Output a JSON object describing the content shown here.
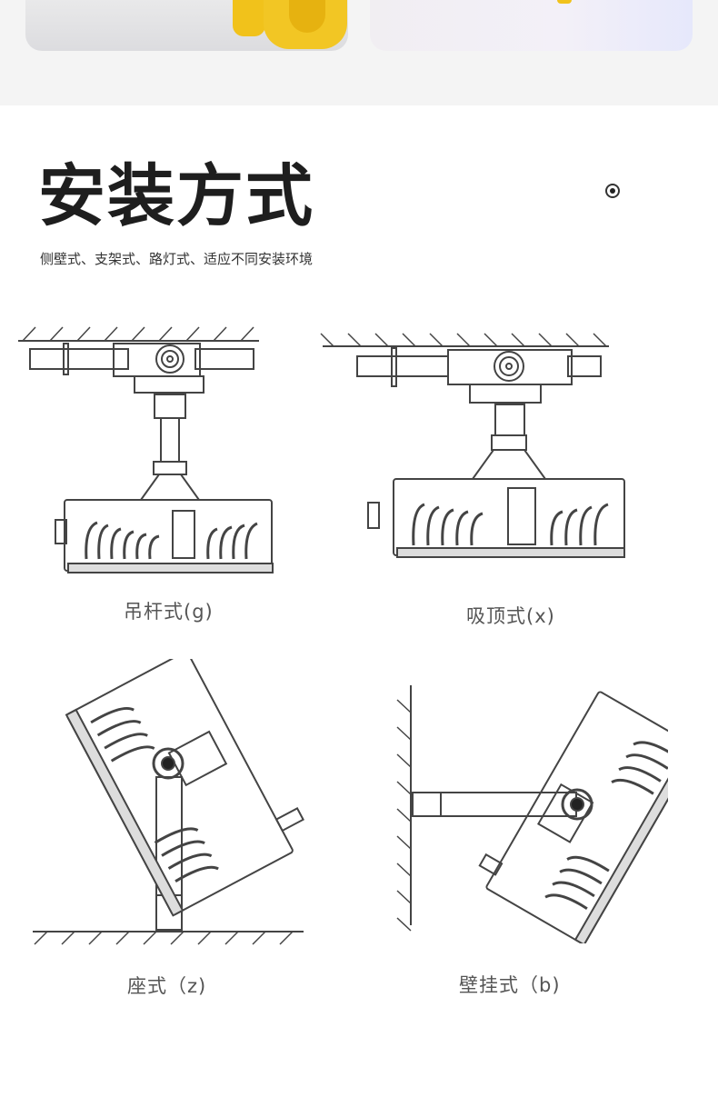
{
  "page": {
    "title": "安装方式",
    "subtitle": "侧壁式、支架式、路灯式、适应不同安装环境"
  },
  "diagrams": [
    {
      "caption": "吊杆式(g)",
      "icon": "pendant-mount-diagram"
    },
    {
      "caption": "吸顶式(x)",
      "icon": "ceiling-mount-diagram"
    },
    {
      "caption": "座式（z)",
      "icon": "pedestal-mount-diagram"
    },
    {
      "caption": "壁挂式（b)",
      "icon": "wall-mount-diagram"
    }
  ],
  "colors": {
    "band": "#f4f4f4",
    "accent": "#f1c21b",
    "line": "#444444"
  }
}
